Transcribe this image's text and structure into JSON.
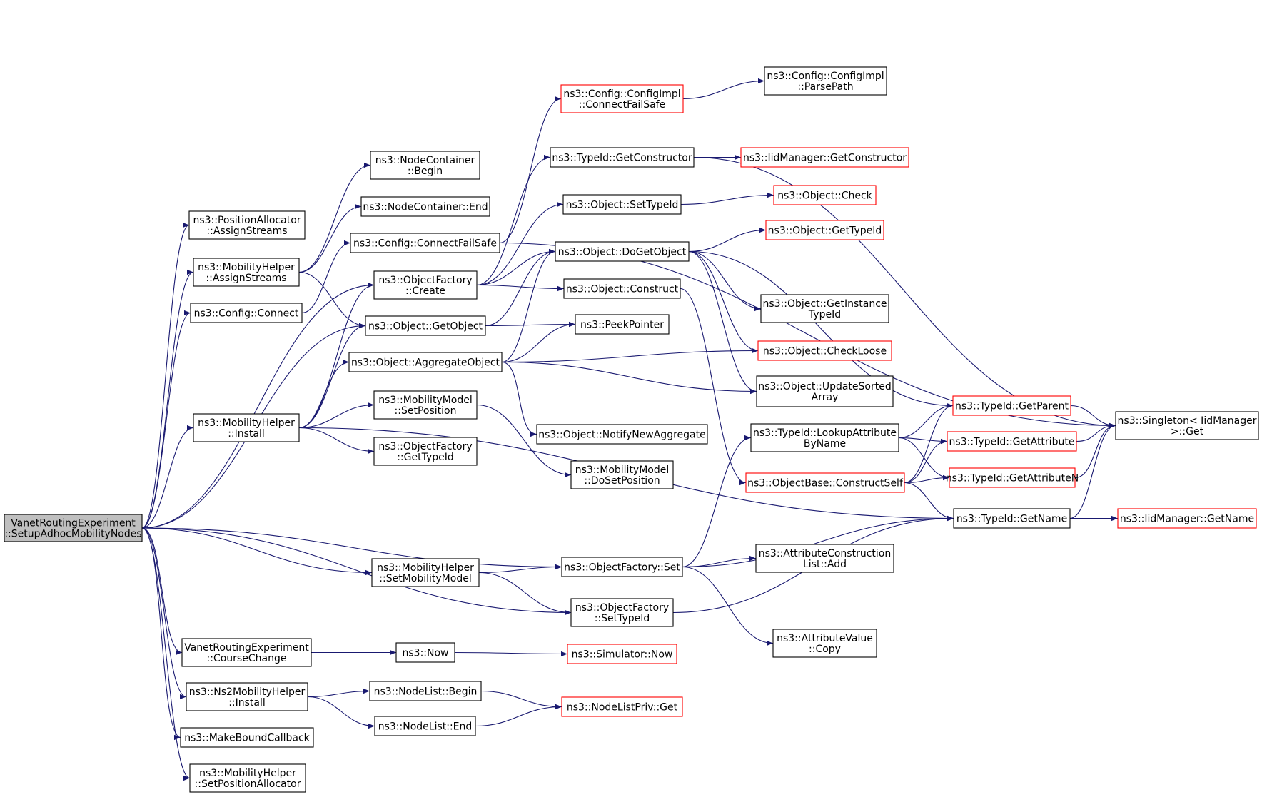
{
  "graph": {
    "edge_color": "#191970",
    "node_border": "#000000",
    "node_border_incomplete": "#ff0000",
    "root_fill": "#bfbfbf",
    "nodes": [
      {
        "id": "root",
        "lines": [
          "VanetRoutingExperiment",
          "::SetupAdhocMobilityNodes"
        ],
        "style": "root"
      },
      {
        "id": "pa_assign",
        "lines": [
          "ns3::PositionAllocator",
          "::AssignStreams"
        ],
        "style": "normal"
      },
      {
        "id": "mh_assign",
        "lines": [
          "ns3::MobilityHelper",
          "::AssignStreams"
        ],
        "style": "normal"
      },
      {
        "id": "cfg_connect",
        "lines": [
          "ns3::Config::Connect"
        ],
        "style": "normal"
      },
      {
        "id": "mh_install",
        "lines": [
          "ns3::MobilityHelper",
          "::Install"
        ],
        "style": "normal"
      },
      {
        "id": "vre_course",
        "lines": [
          "VanetRoutingExperiment",
          "::CourseChange"
        ],
        "style": "normal"
      },
      {
        "id": "ns2_install",
        "lines": [
          "ns3::Ns2MobilityHelper",
          "::Install"
        ],
        "style": "normal"
      },
      {
        "id": "make_cb",
        "lines": [
          "ns3::MakeBoundCallback"
        ],
        "style": "normal"
      },
      {
        "id": "mh_setpos",
        "lines": [
          "ns3::MobilityHelper",
          "::SetPositionAllocator"
        ],
        "style": "normal"
      },
      {
        "id": "nc_begin",
        "lines": [
          "ns3::NodeContainer",
          "::Begin"
        ],
        "style": "normal"
      },
      {
        "id": "nc_end",
        "lines": [
          "ns3::NodeContainer::End"
        ],
        "style": "normal"
      },
      {
        "id": "cfg_cfs",
        "lines": [
          "ns3::Config::ConnectFailSafe"
        ],
        "style": "normal"
      },
      {
        "id": "of_create",
        "lines": [
          "ns3::ObjectFactory",
          "::Create"
        ],
        "style": "normal"
      },
      {
        "id": "obj_getobj",
        "lines": [
          "ns3::Object::GetObject"
        ],
        "style": "normal"
      },
      {
        "id": "obj_aggr",
        "lines": [
          "ns3::Object::AggregateObject"
        ],
        "style": "normal"
      },
      {
        "id": "mm_setpos",
        "lines": [
          "ns3::MobilityModel",
          "::SetPosition"
        ],
        "style": "normal"
      },
      {
        "id": "of_gettid",
        "lines": [
          "ns3::ObjectFactory",
          "::GetTypeId"
        ],
        "style": "normal"
      },
      {
        "id": "mh_setmm",
        "lines": [
          "ns3::MobilityHelper",
          "::SetMobilityModel"
        ],
        "style": "normal"
      },
      {
        "id": "now",
        "lines": [
          "ns3::Now"
        ],
        "style": "normal"
      },
      {
        "id": "nl_begin",
        "lines": [
          "ns3::NodeList::Begin"
        ],
        "style": "normal"
      },
      {
        "id": "nl_end",
        "lines": [
          "ns3::NodeList::End"
        ],
        "style": "normal"
      },
      {
        "id": "cfgimpl_cfs",
        "lines": [
          "ns3::Config::ConfigImpl",
          "::ConnectFailSafe"
        ],
        "style": "red"
      },
      {
        "id": "tid_getctor",
        "lines": [
          "ns3::TypeId::GetConstructor"
        ],
        "style": "normal"
      },
      {
        "id": "obj_settid",
        "lines": [
          "ns3::Object::SetTypeId"
        ],
        "style": "normal"
      },
      {
        "id": "obj_dogetobj",
        "lines": [
          "ns3::Object::DoGetObject"
        ],
        "style": "normal"
      },
      {
        "id": "obj_construct",
        "lines": [
          "ns3::Object::Construct"
        ],
        "style": "normal"
      },
      {
        "id": "peekptr",
        "lines": [
          "ns3::PeekPointer"
        ],
        "style": "normal"
      },
      {
        "id": "obj_notify",
        "lines": [
          "ns3::Object::NotifyNewAggregate"
        ],
        "style": "normal"
      },
      {
        "id": "mm_dosetpos",
        "lines": [
          "ns3::MobilityModel",
          "::DoSetPosition"
        ],
        "style": "normal"
      },
      {
        "id": "of_set",
        "lines": [
          "ns3::ObjectFactory::Set"
        ],
        "style": "normal"
      },
      {
        "id": "of_settid",
        "lines": [
          "ns3::ObjectFactory",
          "::SetTypeId"
        ],
        "style": "normal"
      },
      {
        "id": "sim_now",
        "lines": [
          "ns3::Simulator::Now"
        ],
        "style": "red"
      },
      {
        "id": "nlp_get",
        "lines": [
          "ns3::NodeListPriv::Get"
        ],
        "style": "red"
      },
      {
        "id": "cfgimpl_parse",
        "lines": [
          "ns3::Config::ConfigImpl",
          "::ParsePath"
        ],
        "style": "normal"
      },
      {
        "id": "iid_getctor",
        "lines": [
          "ns3::IidManager::GetConstructor"
        ],
        "style": "red"
      },
      {
        "id": "obj_check",
        "lines": [
          "ns3::Object::Check"
        ],
        "style": "red"
      },
      {
        "id": "obj_gettid",
        "lines": [
          "ns3::Object::GetTypeId"
        ],
        "style": "red"
      },
      {
        "id": "obj_getinst",
        "lines": [
          "ns3::Object::GetInstance",
          "TypeId"
        ],
        "style": "normal"
      },
      {
        "id": "obj_checkloose",
        "lines": [
          "ns3::Object::CheckLoose"
        ],
        "style": "red"
      },
      {
        "id": "obj_update",
        "lines": [
          "ns3::Object::UpdateSorted",
          "Array"
        ],
        "style": "normal"
      },
      {
        "id": "tid_lookup",
        "lines": [
          "ns3::TypeId::LookupAttribute",
          "ByName"
        ],
        "style": "normal"
      },
      {
        "id": "ob_constructself",
        "lines": [
          "ns3::ObjectBase::ConstructSelf"
        ],
        "style": "red"
      },
      {
        "id": "acl_add",
        "lines": [
          "ns3::AttributeConstruction",
          "List::Add"
        ],
        "style": "normal"
      },
      {
        "id": "av_copy",
        "lines": [
          "ns3::AttributeValue",
          "::Copy"
        ],
        "style": "normal"
      },
      {
        "id": "tid_getparent",
        "lines": [
          "ns3::TypeId::GetParent"
        ],
        "style": "red"
      },
      {
        "id": "tid_getattr",
        "lines": [
          "ns3::TypeId::GetAttribute"
        ],
        "style": "red"
      },
      {
        "id": "tid_getattrn",
        "lines": [
          "ns3::TypeId::GetAttributeN"
        ],
        "style": "red"
      },
      {
        "id": "tid_getname",
        "lines": [
          "ns3::TypeId::GetName"
        ],
        "style": "normal"
      },
      {
        "id": "singleton_get",
        "lines": [
          "ns3::Singleton< IidManager",
          ">::Get"
        ],
        "style": "normal"
      },
      {
        "id": "iid_getname",
        "lines": [
          "ns3::IidManager::GetName"
        ],
        "style": "red"
      }
    ],
    "edges": [
      [
        "root",
        "pa_assign"
      ],
      [
        "root",
        "mh_assign"
      ],
      [
        "root",
        "cfg_connect"
      ],
      [
        "root",
        "of_create"
      ],
      [
        "root",
        "obj_getobj"
      ],
      [
        "root",
        "mh_install"
      ],
      [
        "root",
        "of_set"
      ],
      [
        "root",
        "mh_setmm"
      ],
      [
        "root",
        "of_settid"
      ],
      [
        "root",
        "vre_course"
      ],
      [
        "root",
        "ns2_install"
      ],
      [
        "root",
        "make_cb"
      ],
      [
        "root",
        "mh_setpos"
      ],
      [
        "mh_assign",
        "nc_begin"
      ],
      [
        "mh_assign",
        "nc_end"
      ],
      [
        "mh_assign",
        "obj_getobj"
      ],
      [
        "cfg_connect",
        "cfg_cfs"
      ],
      [
        "mh_install",
        "of_create"
      ],
      [
        "mh_install",
        "obj_getobj"
      ],
      [
        "mh_install",
        "obj_aggr"
      ],
      [
        "mh_install",
        "mm_setpos"
      ],
      [
        "mh_install",
        "of_gettid"
      ],
      [
        "mh_install",
        "tid_getname"
      ],
      [
        "vre_course",
        "now"
      ],
      [
        "ns2_install",
        "nl_begin"
      ],
      [
        "ns2_install",
        "nl_end"
      ],
      [
        "cfg_cfs",
        "cfgimpl_cfs"
      ],
      [
        "cfg_cfs",
        "singleton_get"
      ],
      [
        "of_create",
        "tid_getctor"
      ],
      [
        "of_create",
        "obj_settid"
      ],
      [
        "of_create",
        "obj_dogetobj"
      ],
      [
        "of_create",
        "obj_construct"
      ],
      [
        "obj_getobj",
        "obj_dogetobj"
      ],
      [
        "obj_getobj",
        "peekptr"
      ],
      [
        "obj_aggr",
        "obj_dogetobj"
      ],
      [
        "obj_aggr",
        "peekptr"
      ],
      [
        "obj_aggr",
        "obj_checkloose"
      ],
      [
        "obj_aggr",
        "obj_update"
      ],
      [
        "obj_aggr",
        "obj_notify"
      ],
      [
        "mm_setpos",
        "mm_dosetpos"
      ],
      [
        "mh_setmm",
        "of_set"
      ],
      [
        "mh_setmm",
        "of_settid"
      ],
      [
        "now",
        "sim_now"
      ],
      [
        "nl_begin",
        "nlp_get"
      ],
      [
        "nl_end",
        "nlp_get"
      ],
      [
        "cfgimpl_cfs",
        "cfgimpl_parse"
      ],
      [
        "tid_getctor",
        "iid_getctor"
      ],
      [
        "tid_getctor",
        "singleton_get"
      ],
      [
        "obj_settid",
        "obj_check"
      ],
      [
        "obj_dogetobj",
        "obj_gettid"
      ],
      [
        "obj_dogetobj",
        "obj_getinst"
      ],
      [
        "obj_dogetobj",
        "obj_checkloose"
      ],
      [
        "obj_dogetobj",
        "obj_update"
      ],
      [
        "obj_dogetobj",
        "tid_getparent"
      ],
      [
        "obj_construct",
        "ob_constructself"
      ],
      [
        "of_set",
        "tid_lookup"
      ],
      [
        "of_set",
        "acl_add"
      ],
      [
        "of_set",
        "av_copy"
      ],
      [
        "of_set",
        "tid_getname"
      ],
      [
        "of_settid",
        "tid_getname"
      ],
      [
        "tid_lookup",
        "tid_getparent"
      ],
      [
        "tid_lookup",
        "tid_getattr"
      ],
      [
        "tid_lookup",
        "tid_getattrn"
      ],
      [
        "ob_constructself",
        "tid_getparent"
      ],
      [
        "ob_constructself",
        "tid_getattr"
      ],
      [
        "ob_constructself",
        "tid_getattrn"
      ],
      [
        "ob_constructself",
        "tid_getname"
      ],
      [
        "tid_getparent",
        "singleton_get"
      ],
      [
        "tid_getattr",
        "singleton_get"
      ],
      [
        "tid_getattrn",
        "singleton_get"
      ],
      [
        "tid_getname",
        "singleton_get"
      ],
      [
        "tid_getname",
        "iid_getname"
      ]
    ]
  }
}
